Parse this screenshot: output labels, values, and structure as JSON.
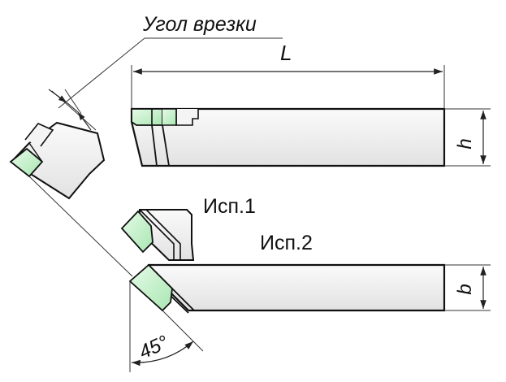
{
  "labels": {
    "cut_angle": "Угол врезки",
    "length": "L",
    "height": "h",
    "width": "b",
    "variant1": "Исп.1",
    "variant2": "Исп.2",
    "angle": "45°"
  },
  "colors": {
    "insert": "#c8f0cc",
    "body": "#f0f0f0",
    "stroke": "#111111",
    "line": "#333333"
  }
}
